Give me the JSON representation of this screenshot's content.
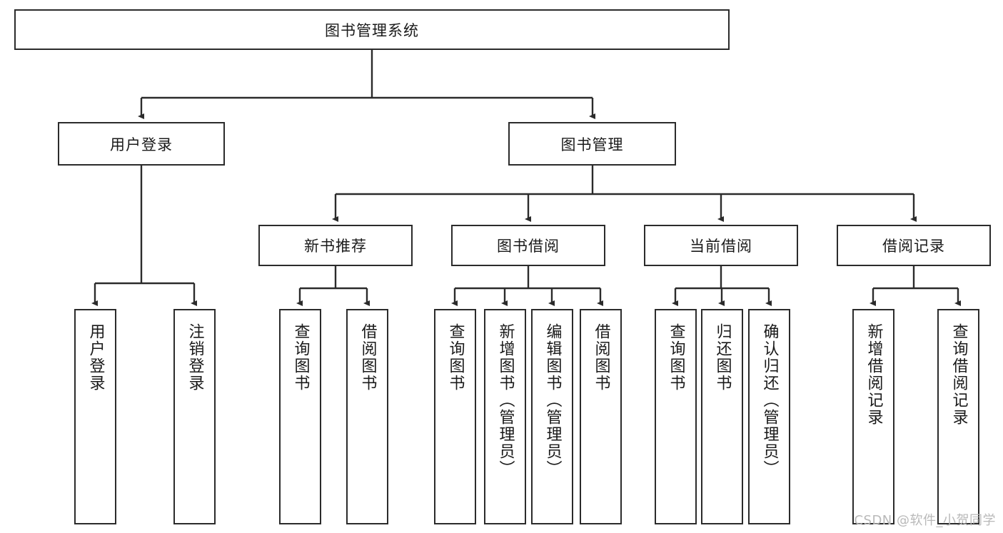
{
  "diagram": {
    "title": "图书管理系统",
    "type": "tree-hierarchy-chart",
    "watermark": "CSDN @软件_小贺同学",
    "colors": {
      "box_border": "#2b2b2b",
      "box_fill": "#ffffff",
      "edge": "#2b2b2b",
      "text": "#1a1a1a",
      "watermark": "#b9b9b9",
      "background": "#ffffff"
    },
    "root": {
      "label": "图书管理系统"
    },
    "level2": [
      {
        "label": "用户登录"
      },
      {
        "label": "图书管理"
      }
    ],
    "level3": [
      {
        "label": "新书推荐"
      },
      {
        "label": "图书借阅"
      },
      {
        "label": "当前借阅"
      },
      {
        "label": "借阅记录"
      }
    ],
    "leaves": {
      "user_login": [
        {
          "label": "用户登录"
        },
        {
          "label": "注销登录"
        }
      ],
      "new_book_recommend": [
        {
          "label": "查询图书"
        },
        {
          "label": "借阅图书"
        }
      ],
      "book_borrow": [
        {
          "label": "查询图书"
        },
        {
          "label": "新增图书（管理员）"
        },
        {
          "label": "编辑图书（管理员）"
        },
        {
          "label": "借阅图书"
        }
      ],
      "current_borrow": [
        {
          "label": "查询图书"
        },
        {
          "label": "归还图书"
        },
        {
          "label": "确认归还（管理员）"
        }
      ],
      "borrow_record": [
        {
          "label": "新增借阅记录"
        },
        {
          "label": "查询借阅记录"
        }
      ]
    }
  }
}
